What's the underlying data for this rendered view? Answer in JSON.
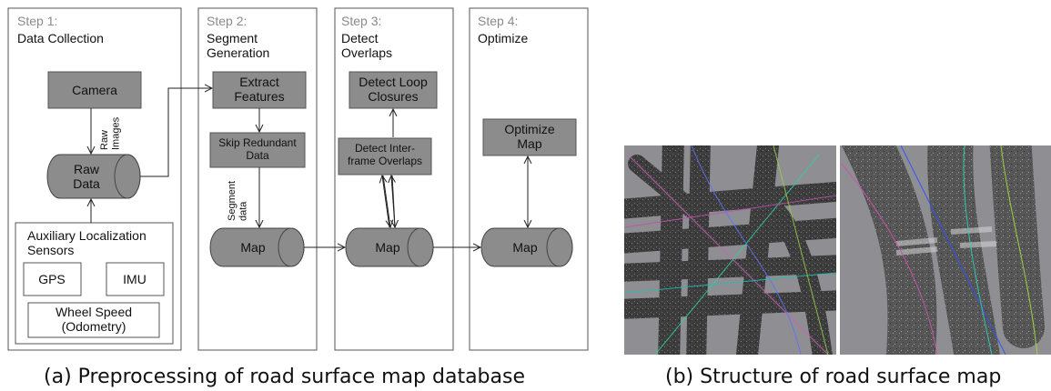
{
  "steps": [
    {
      "title": "Step 1:",
      "subtitle": "Data Collection"
    },
    {
      "title": "Step 2:",
      "subtitle": "Segment\nGeneration"
    },
    {
      "title": "Step 3:",
      "subtitle": "Detect\nOverlaps"
    },
    {
      "title": "Step 4:",
      "subtitle": "Optimize"
    }
  ],
  "nodes": {
    "camera": "Camera",
    "raw_data": "Raw\nData",
    "raw_images": "Raw\nImages",
    "aux_group": "Auxiliary Localization\nSensors",
    "gps": "GPS",
    "imu": "IMU",
    "wheel_speed": "Wheel Speed\n(Odometry)",
    "extract_features": "Extract\nFeatures",
    "skip_redundant": "Skip Redundant\nData",
    "segment_data": "Segment\ndata",
    "map_step2": "Map",
    "detect_interframe": "Detect Inter-\nframe Overlaps",
    "detect_loop": "Detect Loop\nClosures",
    "map_step3": "Map",
    "optimize_map": "Optimize\nMap",
    "map_step4": "Map"
  },
  "captions": {
    "a": "(a) Preprocessing of road surface map database",
    "b": "(b) Structure of road surface map"
  },
  "colors": {
    "box_fill": "#8c8c8c",
    "cylinder_fill": "#8c8c8c",
    "step_title": "#8a8a8a",
    "photo_background": "#8e8e93"
  }
}
